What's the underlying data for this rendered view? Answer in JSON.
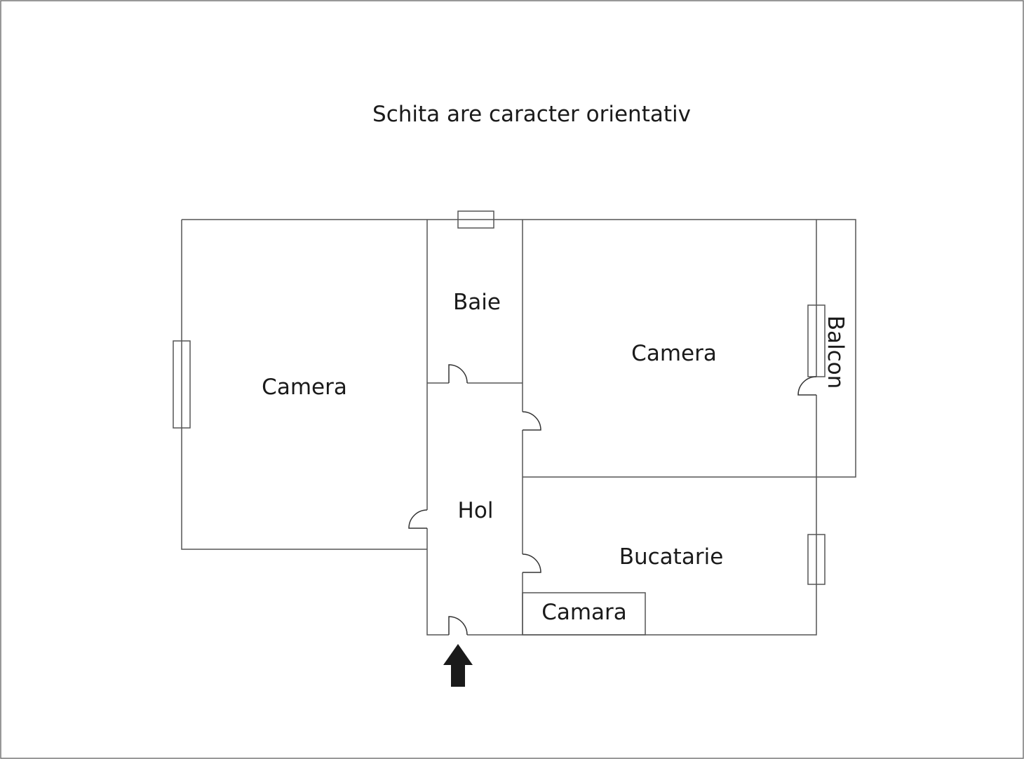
{
  "title": "Schita are caracter orientativ",
  "rooms": {
    "camera_left": "Camera",
    "baie": "Baie",
    "camera_right": "Camera",
    "balcon": "Balcon",
    "hol": "Hol",
    "bucatarie": "Bucatarie",
    "camara": "Camara"
  },
  "colors": {
    "walls": "#555555",
    "arrow": "#1a1a1a"
  }
}
